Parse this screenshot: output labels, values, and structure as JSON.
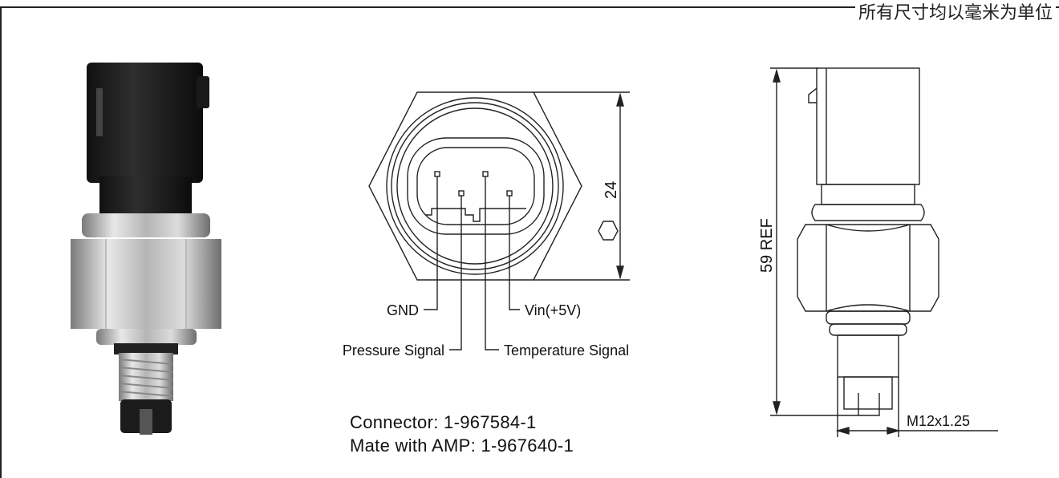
{
  "header_note": "所有尺寸均以毫米为单位",
  "pin_labels": {
    "gnd": "GND",
    "pressure": "Pressure Signal",
    "vin": "Vin(+5V)",
    "temperature": "Temperature Signal"
  },
  "dimensions": {
    "hex_size": "24",
    "overall_length": "59 REF",
    "thread": "M12x1.25"
  },
  "connector": {
    "part_line": "Connector: 1-967584-1",
    "mate_line": "Mate with AMP: 1-967640-1"
  }
}
